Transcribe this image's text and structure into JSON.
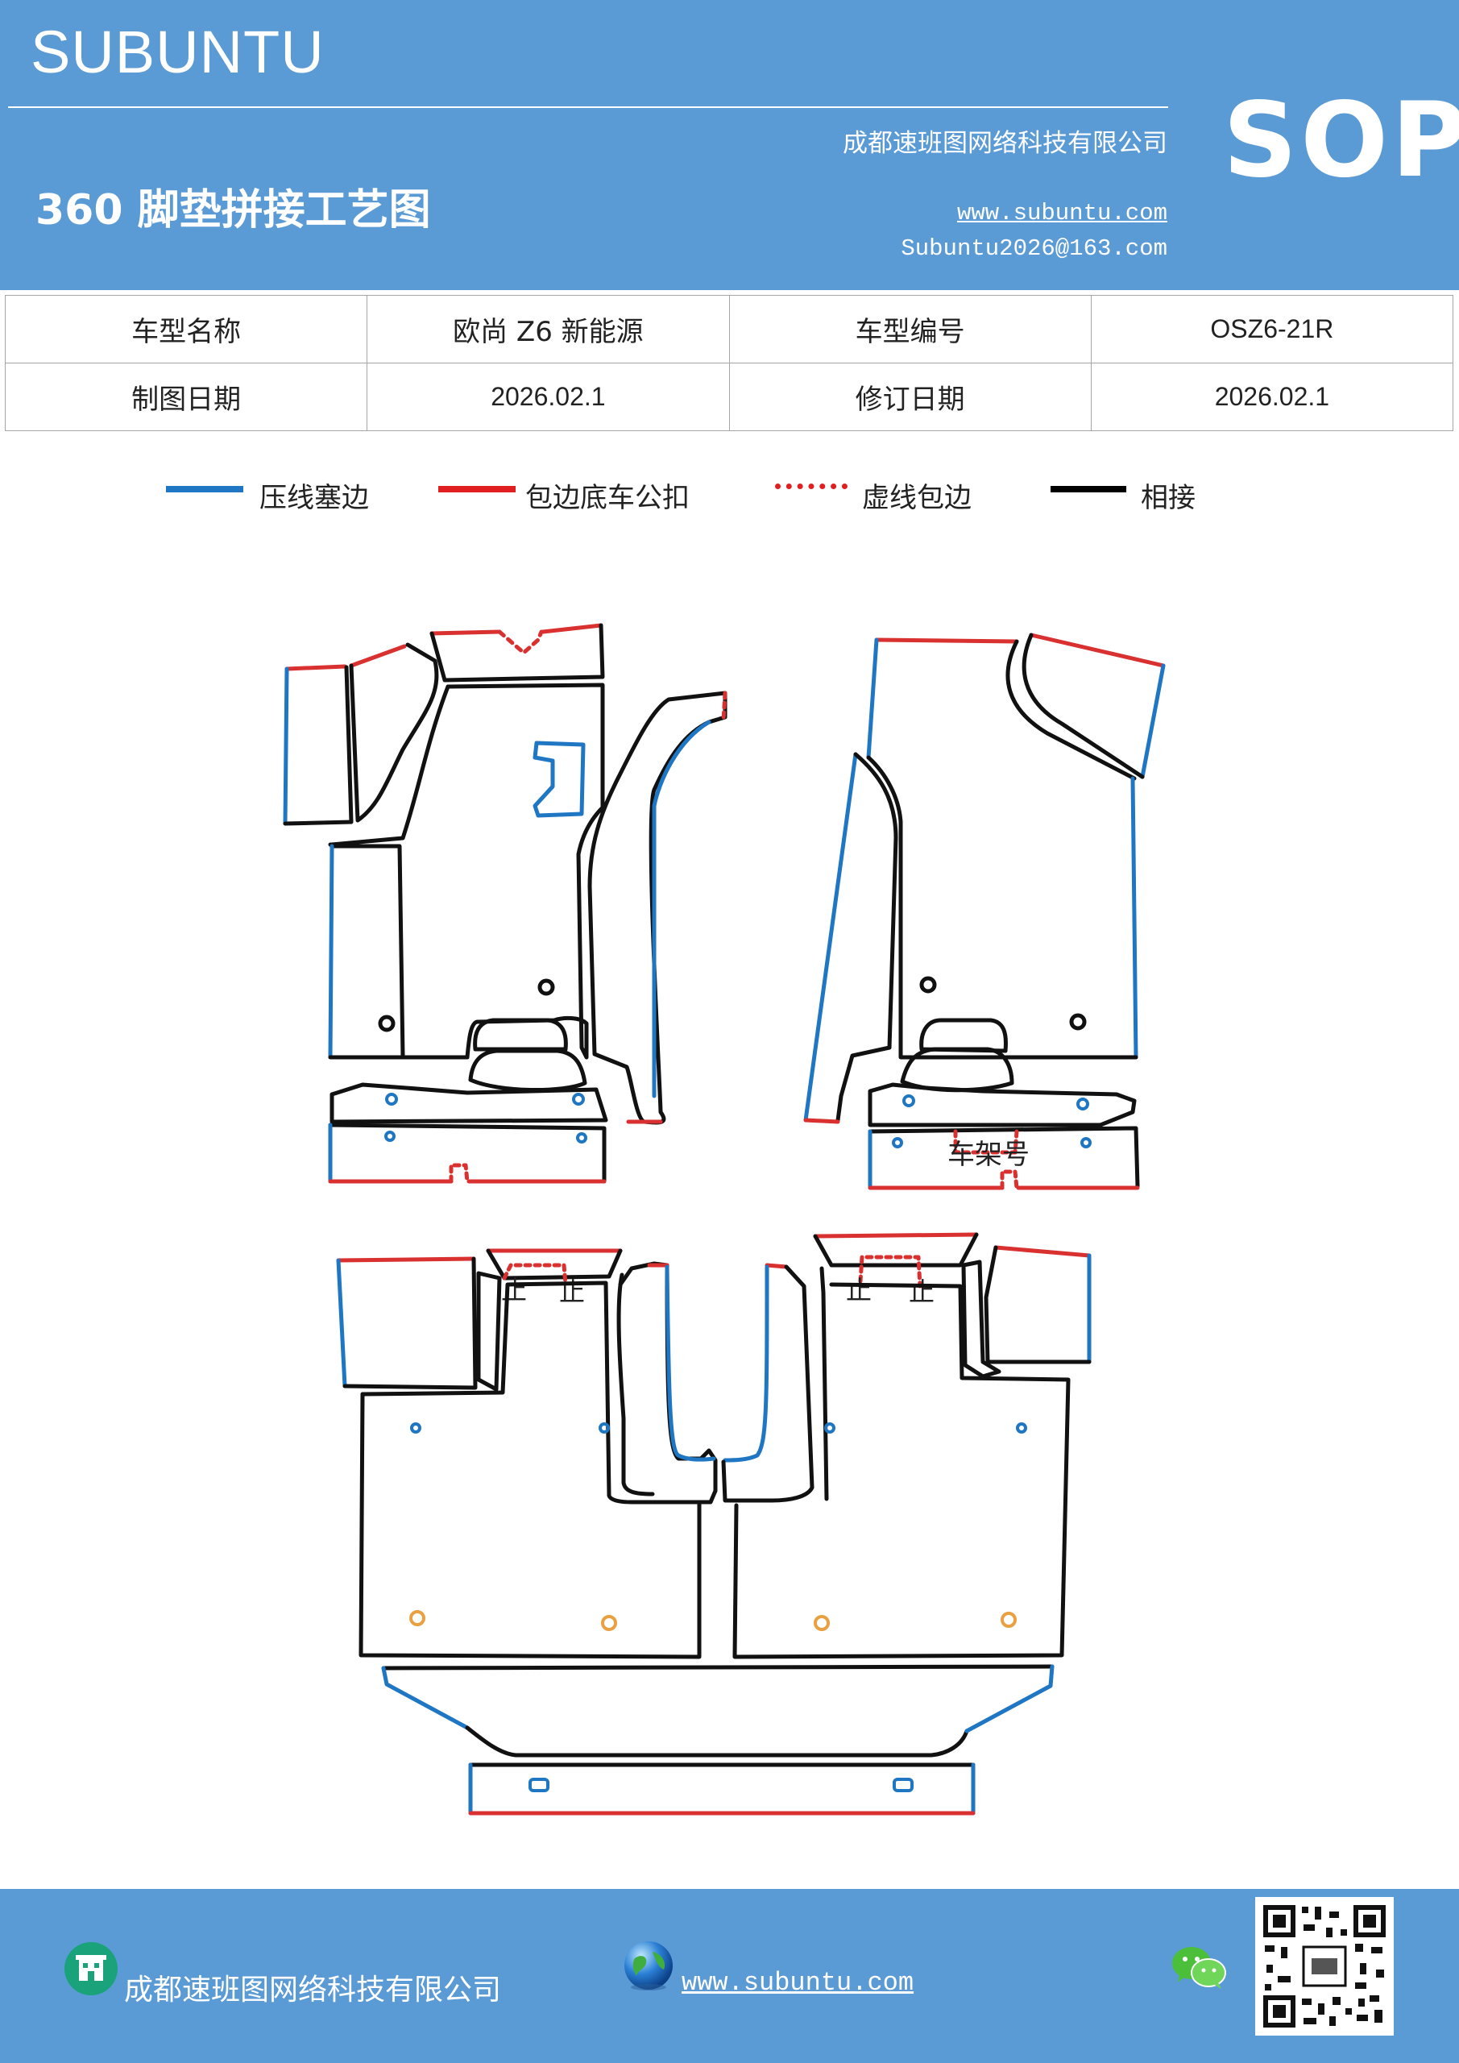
{
  "header": {
    "brand": "SUBUNTU",
    "company": "成都速班图网络科技有限公司",
    "title": "360 脚垫拼接工艺图",
    "website": "www.subuntu.com",
    "email": "Subuntu2026@163.com",
    "badge": "SOP"
  },
  "info": {
    "model_name_label": "车型名称",
    "model_name": "欧尚 Z6 新能源",
    "model_code_label": "车型编号",
    "model_code": "OSZ6-21R",
    "draw_date_label": "制图日期",
    "draw_date": "2026.02.1",
    "revise_date_label": "修订日期",
    "revise_date": "2026.02.1"
  },
  "legend": [
    {
      "label": "压线塞边",
      "color": "#1f77c4",
      "style": "solid"
    },
    {
      "label": "包边底车公扣",
      "color": "#e02020",
      "style": "solid"
    },
    {
      "label": "虚线包边",
      "color": "#e02020",
      "style": "dotted"
    },
    {
      "label": "相接",
      "color": "#000000",
      "style": "solid"
    }
  ],
  "diagram": {
    "frame_label": "车架号",
    "stop_mark": "止"
  },
  "colors": {
    "header_bg": "#5b9bd5",
    "blue_edge": "#1f77c4",
    "red_edge": "#d93030",
    "black_edge": "#111111",
    "orange_dot": "#e8a040"
  },
  "footer": {
    "company": "成都速班图网络科技有限公司",
    "website": "www.subuntu.com",
    "icons": [
      "building-icon",
      "globe-icon",
      "wechat-icon",
      "qr-code"
    ]
  }
}
